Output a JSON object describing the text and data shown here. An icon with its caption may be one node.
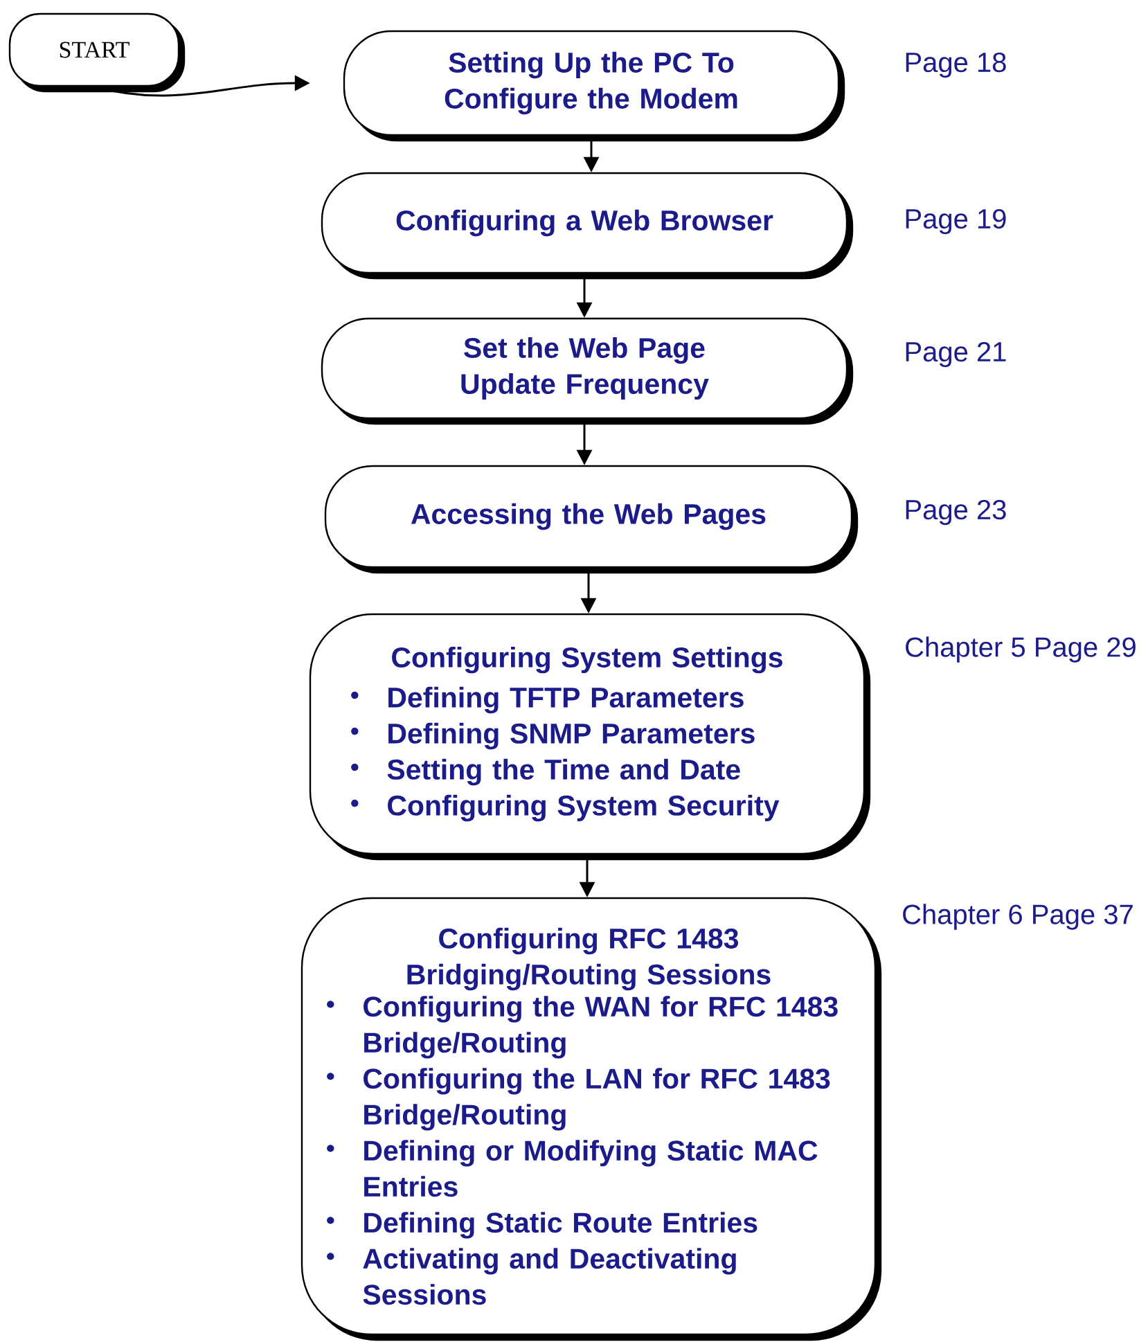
{
  "diagram": {
    "nodes": [
      {
        "text": [
          "START"
        ]
      },
      {
        "text": [
          "Setting Up the PC To Configure the Modem"
        ],
        "beside": [
          "Page 18"
        ]
      },
      {
        "text": [
          "Configuring a Web Browser"
        ],
        "beside": [
          "Page 19"
        ]
      },
      {
        "text": [
          "Set the Web Page Update Frequency"
        ],
        "beside": [
          "Page 21"
        ]
      },
      {
        "text": [
          "Accessing the Web Pages"
        ],
        "beside": [
          "Page 23"
        ]
      },
      {
        "text": [
          "Configuring System Settings",
          "Defining TFTP Parameters",
          "Defining SNMP Parameters",
          "Setting the Time and Date",
          "Configuring System Security"
        ],
        "beside": [
          "Chapter 5 Page 29"
        ]
      },
      {
        "text": [
          "Configuring RFC 1483 Bridging/Routing Sessions",
          "Configuring the WAN for RFC 1483 Bridge/Routing",
          "Configuring the LAN for RFC 1483 Bridge/Routing",
          "Defining or Modifying Static MAC Entries",
          "Defining Static Route Entries",
          "Activating and Deactivating Sessions"
        ],
        "beside": [
          "Chapter 6 Page 37"
        ]
      }
    ],
    "edges": [
      {
        "from": 0,
        "to": 1,
        "arrow": "to"
      },
      {
        "from": 1,
        "to": 2,
        "arrow": "to"
      },
      {
        "from": 2,
        "to": 3,
        "arrow": "to"
      },
      {
        "from": 3,
        "to": 4,
        "arrow": "to"
      },
      {
        "from": 4,
        "to": 5,
        "arrow": "to"
      },
      {
        "from": 5,
        "to": 6,
        "arrow": "to"
      }
    ]
  }
}
